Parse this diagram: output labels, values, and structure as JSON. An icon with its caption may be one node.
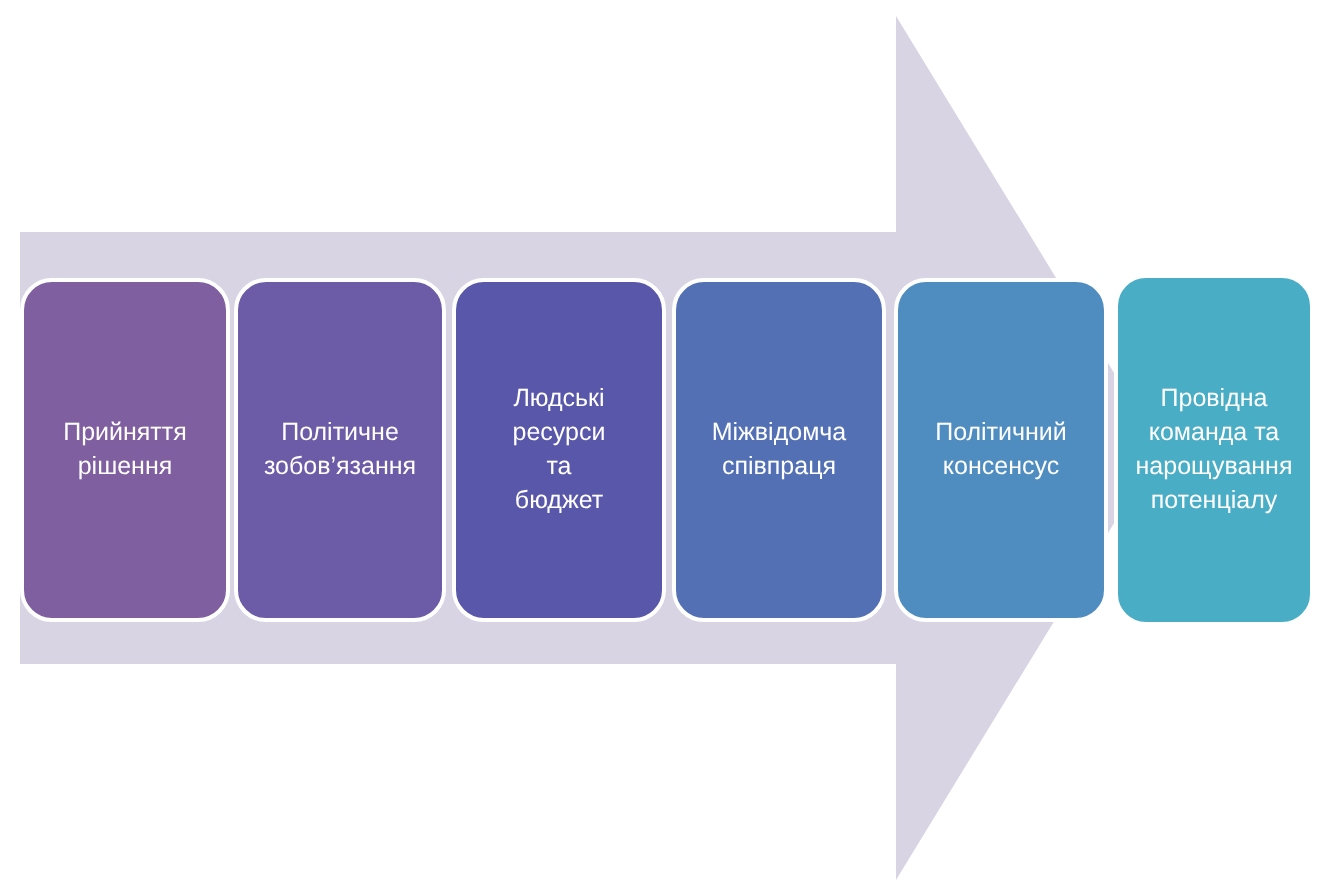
{
  "diagram": {
    "nodes": [
      {
        "text": [
          "Прийняття рішення"
        ]
      },
      {
        "text": [
          "Політичне зобов’язання"
        ]
      },
      {
        "text": [
          "Людські ресурси та бюджет"
        ]
      },
      {
        "text": [
          "Міжвідомча співпраця"
        ]
      },
      {
        "text": [
          "Політичний консенсус"
        ]
      },
      {
        "text": [
          "Провідна команда та нарощування потенціалу"
        ]
      }
    ],
    "edges": [
      {
        "from": 0,
        "to": 5,
        "arrow": "to",
        "style": "thick"
      }
    ]
  }
}
